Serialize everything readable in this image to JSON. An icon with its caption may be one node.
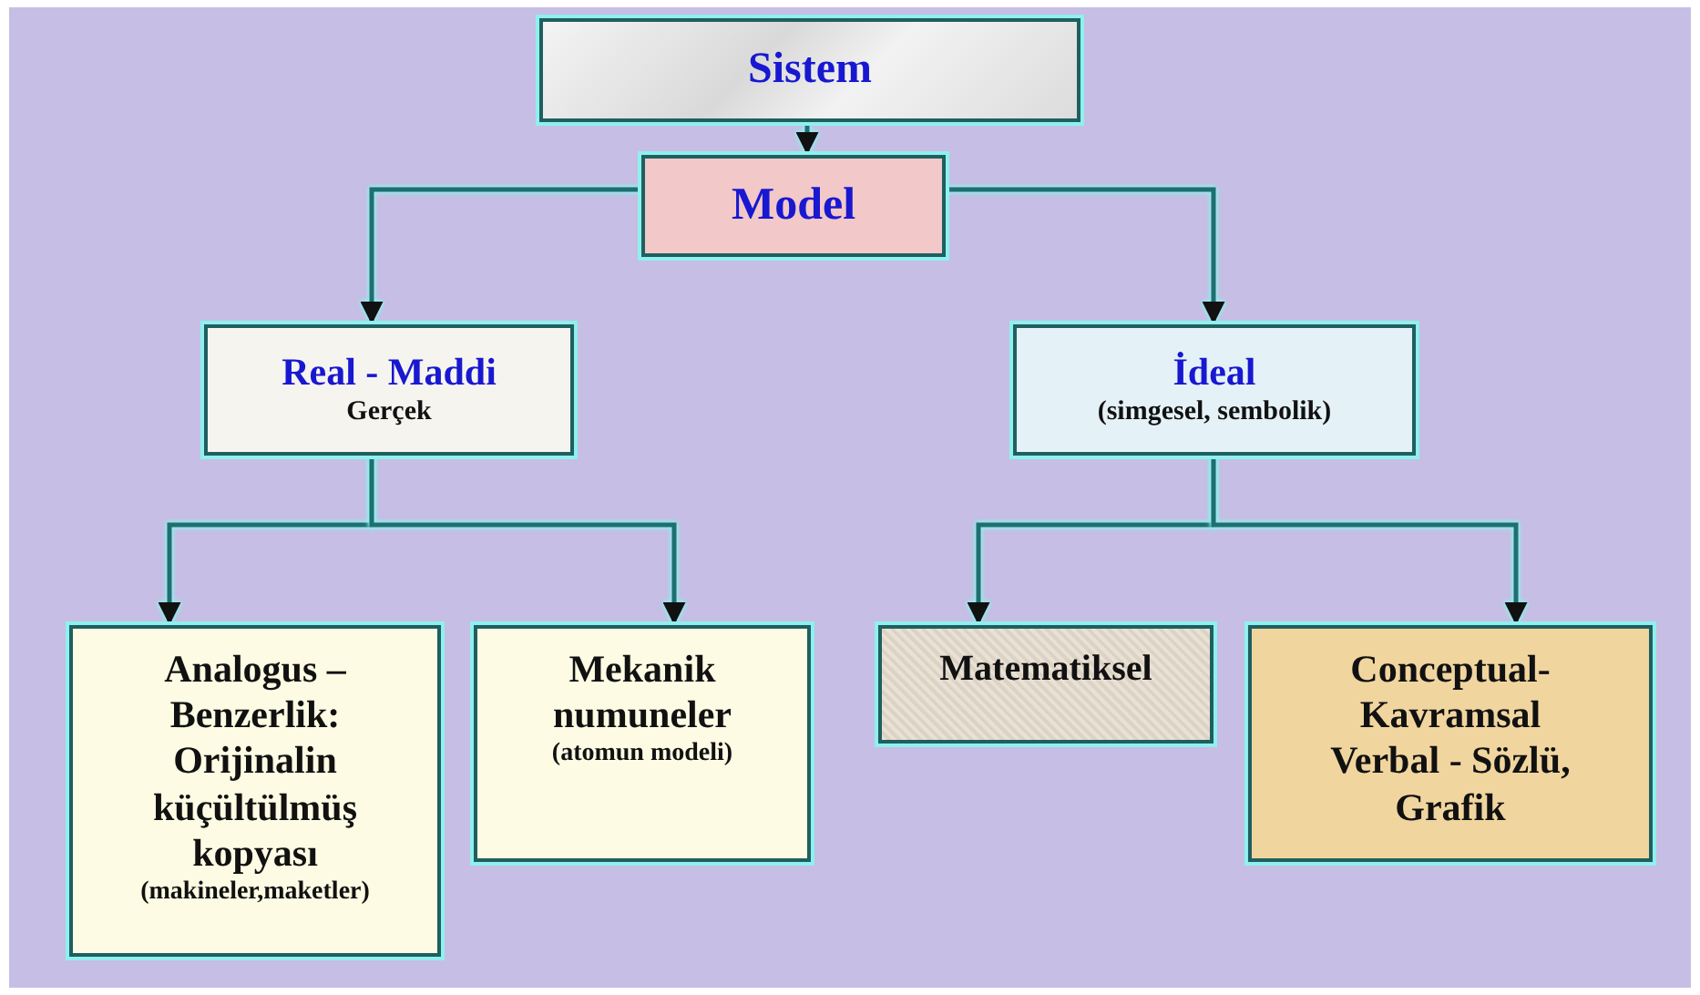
{
  "diagram": {
    "nodes": [
      {
        "text": [
          "Sistem"
        ]
      },
      {
        "text": [
          "Model"
        ]
      },
      {
        "text": [
          "Real - Maddi",
          "Gerçek"
        ]
      },
      {
        "text": [
          "İdeal",
          "(simgesel, sembolik)"
        ]
      },
      {
        "text": [
          "Analogus – Benzerlik: Orijinalin küçültülmüş kopyası",
          "(makineler,maketler)"
        ]
      },
      {
        "text": [
          "Mekanik numuneler",
          "(atomun modeli)"
        ]
      },
      {
        "text": [
          "Matematiksel"
        ]
      },
      {
        "text": [
          "Conceptual- Kavramsal Verbal - Sözlü, Grafik"
        ]
      }
    ],
    "edges": [
      {
        "from": 0,
        "to": 1,
        "arrow": "to"
      },
      {
        "from": 1,
        "to": 2,
        "arrow": "to"
      },
      {
        "from": 1,
        "to": 3,
        "arrow": "to"
      },
      {
        "from": 2,
        "to": 4,
        "arrow": "to"
      },
      {
        "from": 2,
        "to": 5,
        "arrow": "to"
      },
      {
        "from": 3,
        "to": 6,
        "arrow": "to"
      },
      {
        "from": 3,
        "to": 7,
        "arrow": "to"
      }
    ]
  }
}
